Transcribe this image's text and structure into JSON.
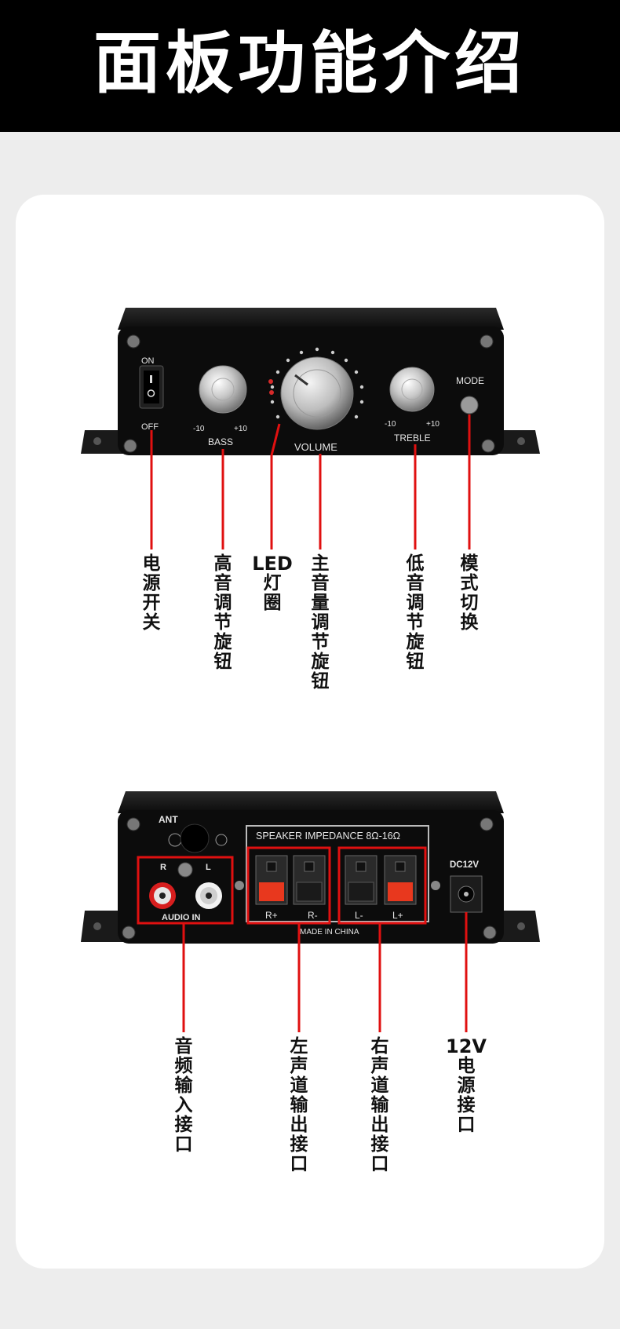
{
  "page": {
    "title": "面板功能介绍"
  },
  "colors": {
    "accent_line": "#e01010",
    "panel": "#0c0c0c",
    "card": "#ffffff"
  },
  "front_panel": {
    "silk": {
      "on": "ON",
      "off": "OFF",
      "bass_minus": "-10",
      "bass_plus": "+10",
      "bass": "BASS",
      "volume": "VOLUME",
      "treble_minus": "-10",
      "treble_plus": "+10",
      "treble": "TREBLE",
      "mode": "MODE"
    },
    "callouts": [
      {
        "id": "power-switch",
        "latin": "",
        "cjk": [
          "电",
          "源",
          "开",
          "关"
        ]
      },
      {
        "id": "bass-knob",
        "latin": "",
        "cjk": [
          "高",
          "音",
          "调",
          "节",
          "旋",
          "钮"
        ]
      },
      {
        "id": "led-ring",
        "latin": "LED",
        "cjk": [
          "灯",
          "圈"
        ]
      },
      {
        "id": "volume-knob",
        "latin": "",
        "cjk": [
          "主",
          "音",
          "量",
          "调",
          "节",
          "旋",
          "钮"
        ]
      },
      {
        "id": "treble-knob",
        "latin": "",
        "cjk": [
          "低",
          "音",
          "调",
          "节",
          "旋",
          "钮"
        ]
      },
      {
        "id": "mode-button",
        "latin": "",
        "cjk": [
          "模",
          "式",
          "切",
          "换"
        ]
      }
    ]
  },
  "back_panel": {
    "silk": {
      "ant": "ANT",
      "speaker_impedance": "SPEAKER IMPEDANCE 8Ω-16Ω",
      "r": "R",
      "l": "L",
      "audio_in": "AUDIO IN",
      "r_plus": "R+",
      "r_minus": "R-",
      "l_minus": "L-",
      "l_plus": "L+",
      "made_in": "MADE IN CHINA",
      "dc": "DC12V"
    },
    "callouts": [
      {
        "id": "audio-input",
        "latin": "",
        "cjk": [
          "音",
          "频",
          "输",
          "入",
          "接",
          "口"
        ]
      },
      {
        "id": "left-output",
        "latin": "",
        "cjk": [
          "左",
          "声",
          "道",
          "输",
          "出",
          "接",
          "口"
        ]
      },
      {
        "id": "right-output",
        "latin": "",
        "cjk": [
          "右",
          "声",
          "道",
          "输",
          "出",
          "接",
          "口"
        ]
      },
      {
        "id": "dc-power",
        "latin": "12V",
        "cjk": [
          "电",
          "源",
          "接",
          "口"
        ]
      }
    ]
  }
}
